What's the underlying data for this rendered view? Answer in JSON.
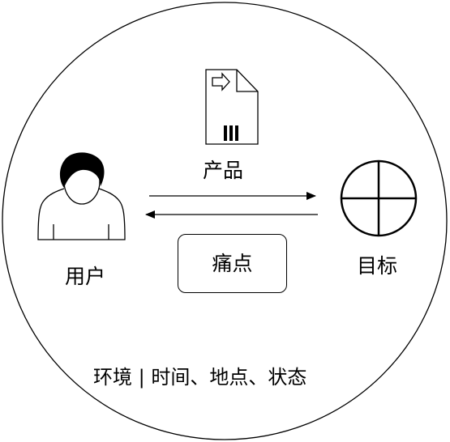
{
  "diagram": {
    "product_label": "产品",
    "user_label": "用户",
    "target_label": "目标",
    "pain_point_label": "痛点",
    "environment_label": "环境 | 时间、地点、状态"
  },
  "icons": {
    "product": "document-icon",
    "user": "person-icon",
    "target": "crosshair-target-icon"
  },
  "colors": {
    "stroke": "#000000",
    "background": "#ffffff"
  }
}
